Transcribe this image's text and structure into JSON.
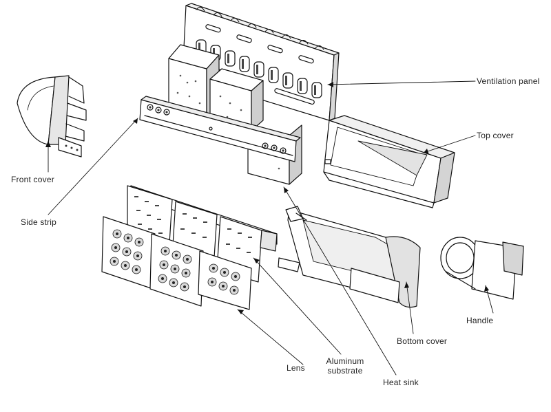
{
  "diagram": {
    "description_visible": "exploded view",
    "parts": [
      {
        "id": "ventilation-panel",
        "label": "Ventilation panel"
      },
      {
        "id": "top-cover",
        "label": "Top cover"
      },
      {
        "id": "front-cover",
        "label": "Front cover"
      },
      {
        "id": "side-strip",
        "label": "Side strip"
      },
      {
        "id": "handle",
        "label": "Handle"
      },
      {
        "id": "bottom-cover",
        "label": "Bottom cover"
      },
      {
        "id": "lens",
        "label": "Lens"
      },
      {
        "id": "aluminum-substrate",
        "label": "Aluminum substrate"
      },
      {
        "id": "heat-sink",
        "label": "Heat sink"
      }
    ]
  },
  "colors": {
    "stroke": "#111111",
    "text": "#222222",
    "background": "#ffffff"
  }
}
